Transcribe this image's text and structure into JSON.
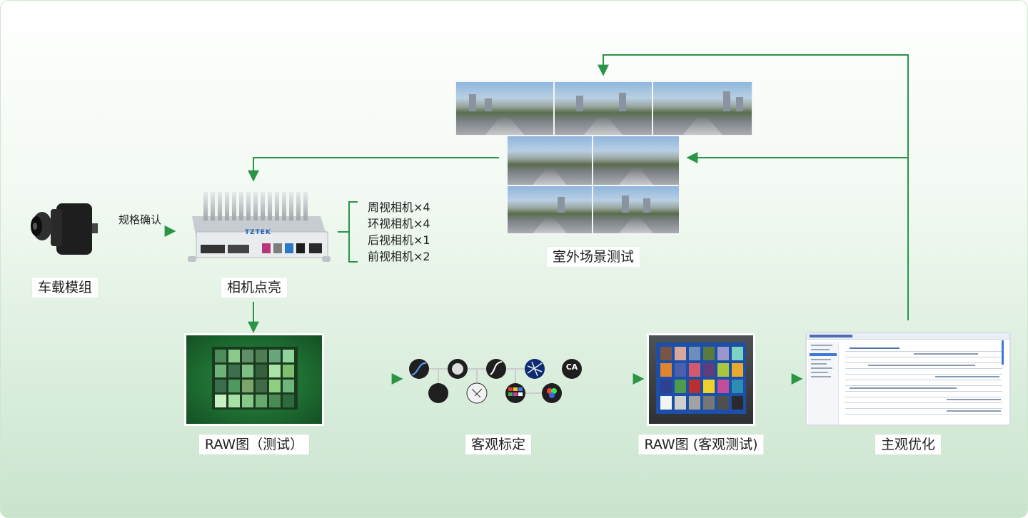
{
  "nodes": {
    "camera_module": "车载模组",
    "spec_confirm": "规格确认",
    "camera_light": "相机点亮",
    "outdoor_test": "室外场景测试",
    "raw_test": "RAW图（测试）",
    "objective_calibration": "客观标定",
    "raw_objective": "RAW图 (客观测试)",
    "subjective_opt": "主观优化"
  },
  "specs": [
    "周视相机×4",
    "环视相机×4",
    "后视相机×1",
    "前视相机×2"
  ],
  "ecu_brand": "TZTEK",
  "calib_ca_label": "CA",
  "colors": {
    "arrow": "#2b9446",
    "chart_green": "#1d6a30"
  }
}
